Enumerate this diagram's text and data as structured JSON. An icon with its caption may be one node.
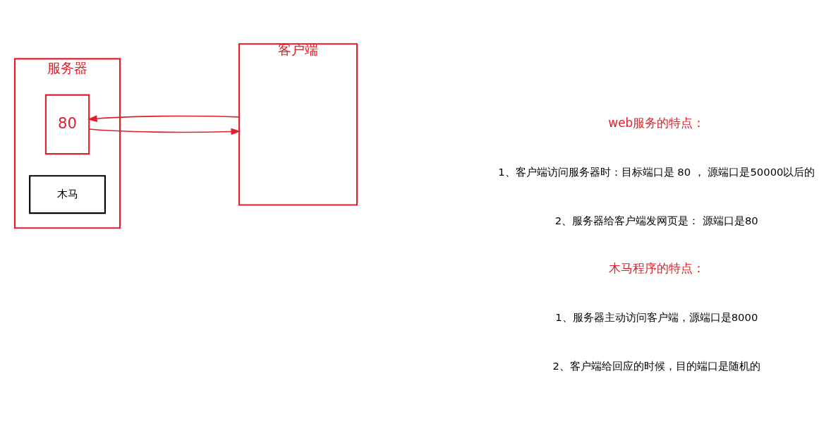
{
  "diagram": {
    "nodes": [
      {
        "text": [
          "服务器"
        ]
      },
      {
        "text": [
          "80"
        ],
        "in": 0
      },
      {
        "text": [
          "木马"
        ],
        "in": 0
      },
      {
        "text": [
          "客户端"
        ]
      }
    ],
    "edges": [
      {
        "from": 1,
        "to": 3,
        "arrow": "to"
      },
      {
        "from": 3,
        "to": 1,
        "arrow": "to"
      }
    ],
    "labels": [
      "web服务的特点：",
      "1、客户端访问服务器时：目标端口是 80 ， 源端口是50000以后的",
      "2、服务器给客户端发网页是： 源端口是80",
      "木马程序的特点：",
      "1、服务器主动访问客户端，源端口是8000",
      "2、客户端给回应的时候，目的端口是随机的"
    ]
  }
}
